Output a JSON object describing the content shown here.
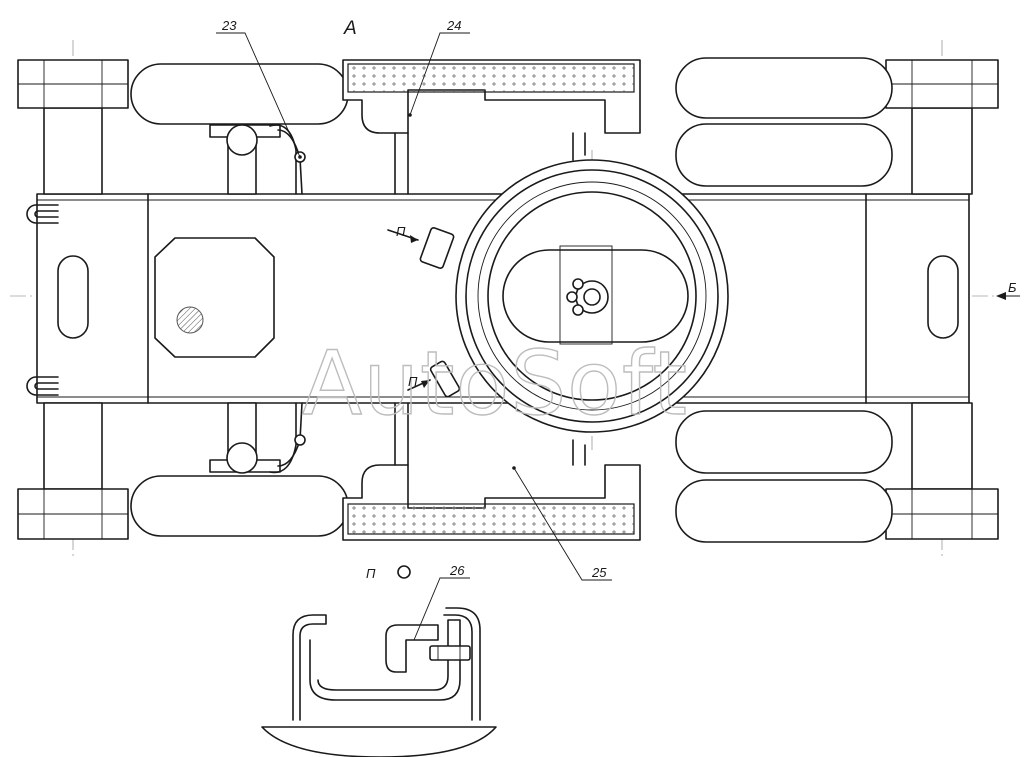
{
  "view_label": "А",
  "arrow_label": "Б",
  "detail_label": "П",
  "watermark": "AutoSoft",
  "callouts": [
    {
      "id": "c23",
      "text": "23"
    },
    {
      "id": "c24",
      "text": "24"
    },
    {
      "id": "c25",
      "text": "25"
    },
    {
      "id": "c26",
      "text": "26"
    }
  ]
}
